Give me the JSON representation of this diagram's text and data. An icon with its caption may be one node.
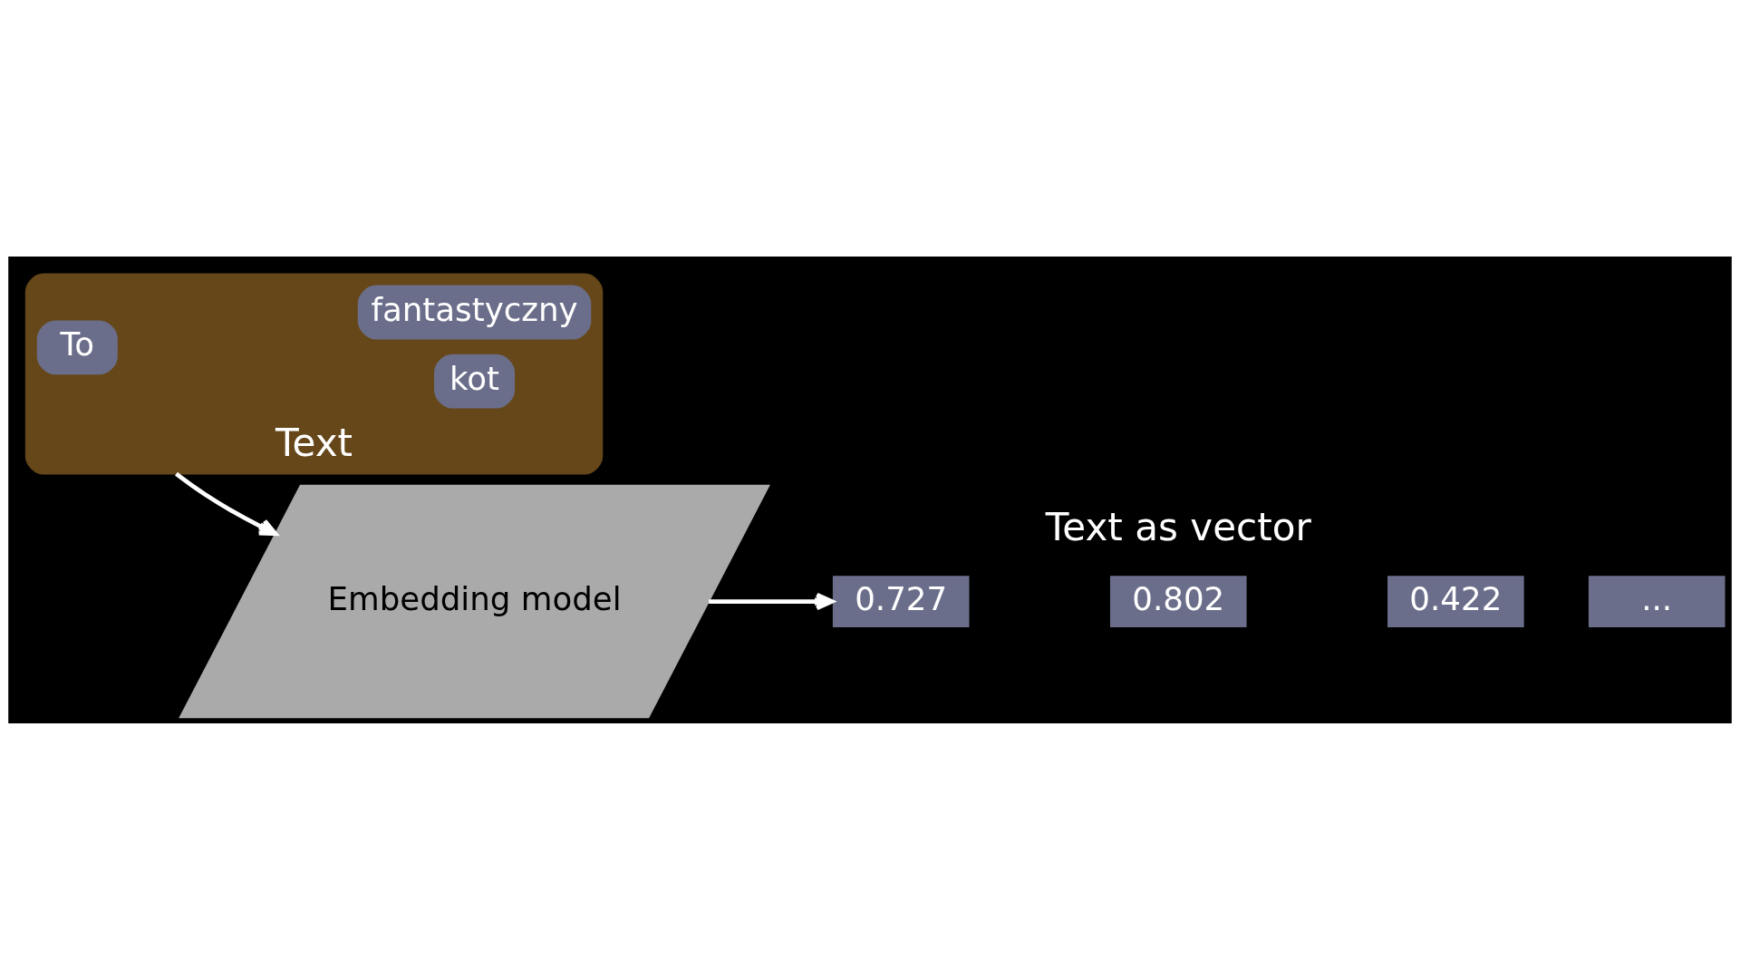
{
  "diagram": {
    "nodes": [
      {
        "text": [],
        "shape": "box",
        "beside": [
          "Text"
        ]
      },
      {
        "text": [
          "To"
        ],
        "in": 0
      },
      {
        "text": [
          "fantastyczny"
        ],
        "in": 0
      },
      {
        "text": [
          "kot"
        ],
        "in": 0
      },
      {
        "text": [
          "Embedding model"
        ]
      },
      {
        "text": [
          "0.727"
        ]
      },
      {
        "text": [
          "0.802"
        ]
      },
      {
        "text": [
          "0.422"
        ]
      },
      {
        "text": [
          "..."
        ]
      }
    ],
    "edges": [
      {
        "from": 0,
        "to": 4,
        "arrow": "to"
      },
      {
        "from": 4,
        "to": 5,
        "arrow": "to"
      }
    ],
    "labels": [
      "Text as vector"
    ]
  }
}
